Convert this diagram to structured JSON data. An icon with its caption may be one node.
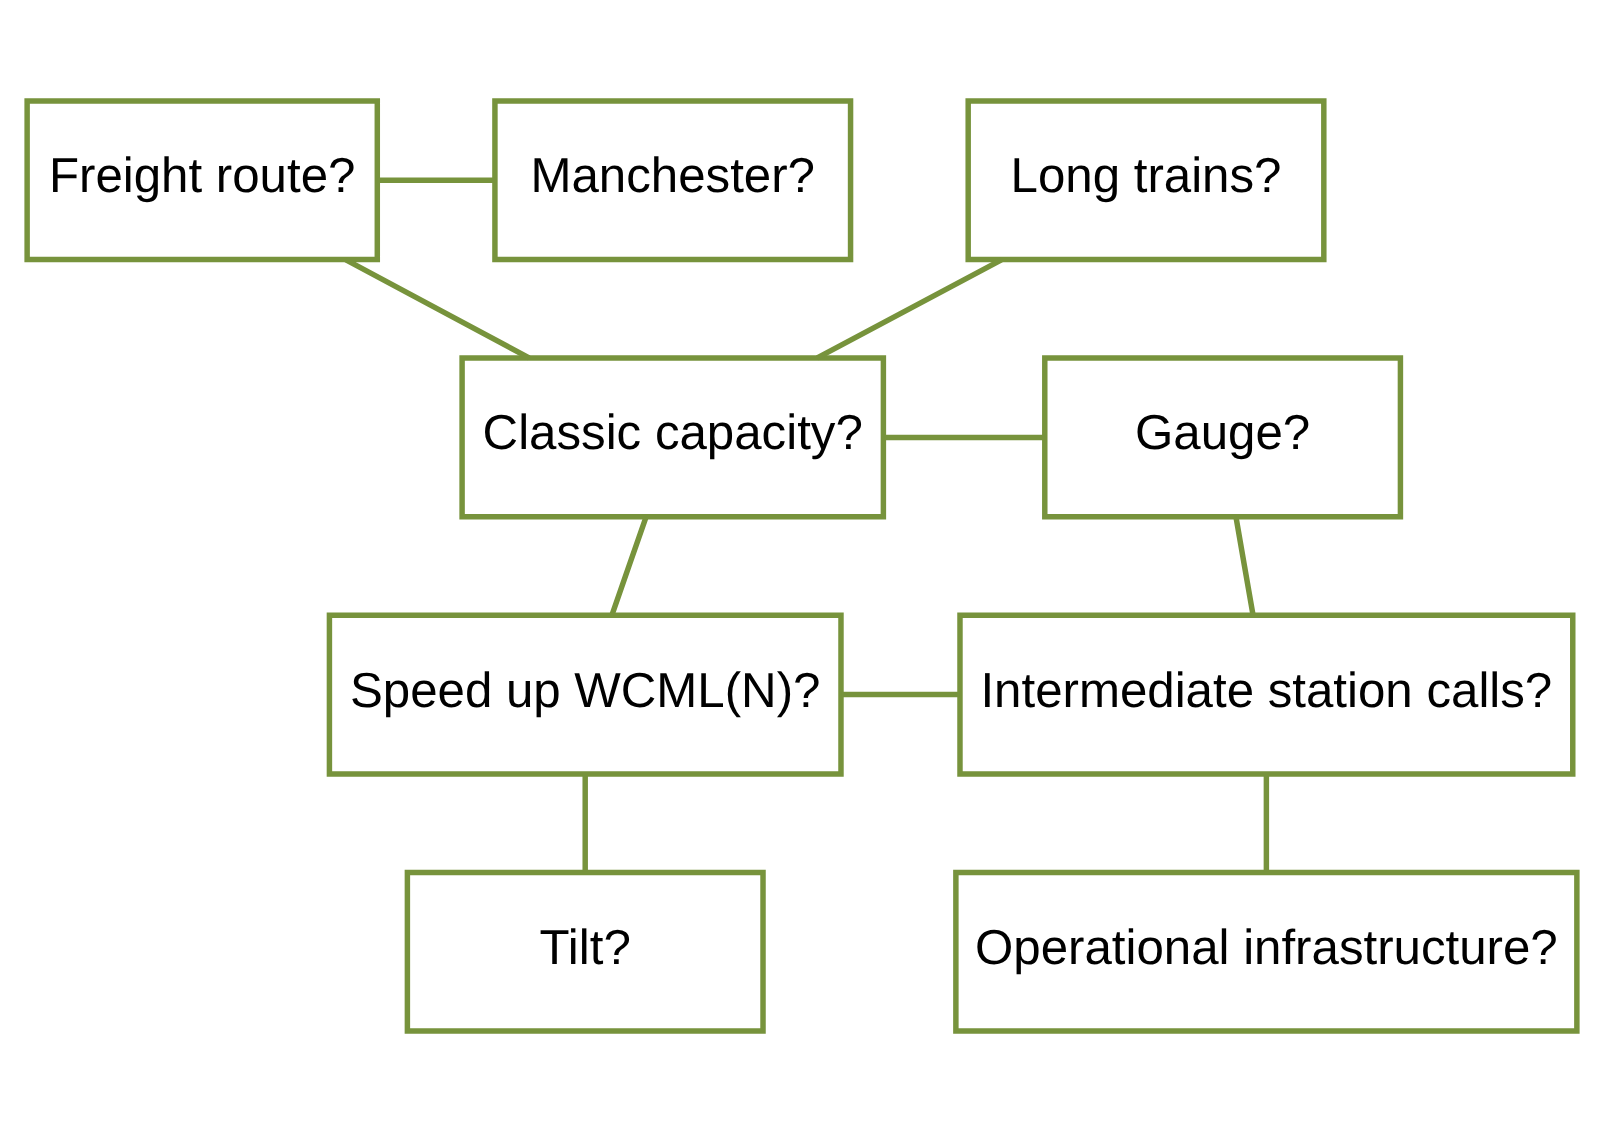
{
  "diagram": {
    "nodes": [
      {
        "text": [
          "Freight route?"
        ]
      },
      {
        "text": [
          "Long trains?"
        ]
      },
      {
        "text": [
          "Manchester?"
        ]
      },
      {
        "text": [
          "Classic capacity?"
        ]
      },
      {
        "text": [
          "Gauge?"
        ]
      },
      {
        "text": [
          "Speed up WCML(N)?"
        ]
      },
      {
        "text": [
          "Intermediate station calls?"
        ]
      },
      {
        "text": [
          "Tilt?"
        ]
      },
      {
        "text": [
          "Operational infrastructure?"
        ]
      }
    ],
    "edges": [
      {
        "from": 1,
        "to": 3,
        "arrow": "none"
      },
      {
        "from": 0,
        "to": 3,
        "arrow": "none"
      },
      {
        "from": 0,
        "to": 2,
        "arrow": "none"
      },
      {
        "from": 3,
        "to": 4,
        "arrow": "none"
      },
      {
        "from": 3,
        "to": 5,
        "arrow": "none"
      },
      {
        "from": 5,
        "to": 6,
        "arrow": "none"
      },
      {
        "from": 4,
        "to": 6,
        "arrow": "none"
      },
      {
        "from": 5,
        "to": 7,
        "arrow": "none"
      },
      {
        "from": 6,
        "to": 8,
        "arrow": "none"
      }
    ]
  }
}
